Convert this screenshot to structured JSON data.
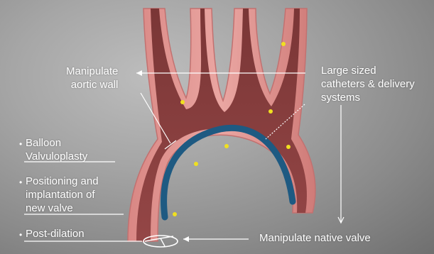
{
  "labels": {
    "manipulate_aortic_wall": [
      "Manipulate",
      "aortic wall"
    ],
    "large_catheters": [
      "Large sized",
      "catheters & delivery",
      "systems"
    ],
    "balloon": [
      "Balloon",
      "Valvuloplasty"
    ],
    "positioning": [
      "Positioning and",
      "implantation of",
      "new valve"
    ],
    "post_dilation": "Post-dilation",
    "manipulate_native_valve": "Manipulate native valve"
  },
  "colors": {
    "background": "#a4a4a4",
    "vessel_wall": "#e39a98",
    "vessel_inner": "#8a3f3f",
    "catheter": "#1e5a82",
    "particles": "#f0e020",
    "annotation": "#ffffff"
  },
  "icons": {
    "bullet": "white-dot",
    "valve": "valve-ellipse"
  }
}
